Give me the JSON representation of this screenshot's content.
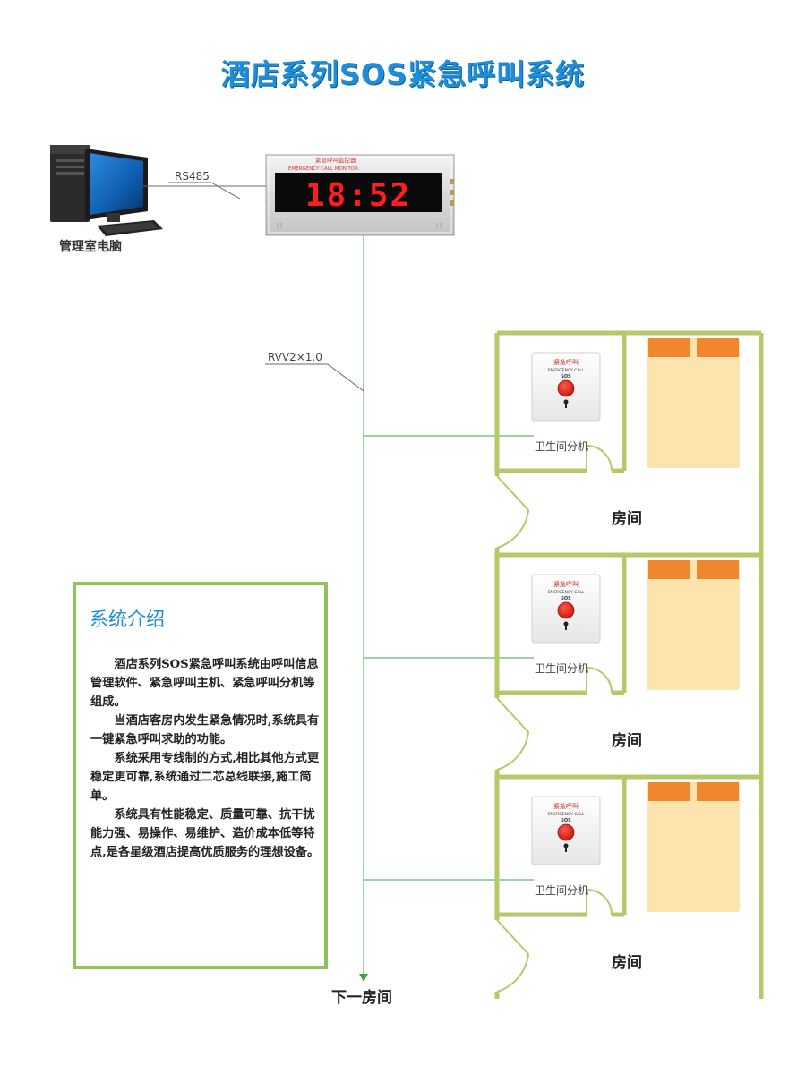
{
  "title": "酒店系列SOS紧急呼叫系统",
  "pc": {
    "label": "管理室电脑"
  },
  "cable_top": "RS485",
  "cable_bus": "RVV2×1.0",
  "monitor": {
    "header_text": "紧急呼叫监控器",
    "sub_text": "EMERGENCY CALL MONITOR",
    "display": "18:52"
  },
  "call_button": {
    "header": "紧急呼叫",
    "sub": "EMERGENCY CALL",
    "sos": "SOS"
  },
  "rooms": [
    {
      "room_label": "房间",
      "bath_label": "卫生间分机"
    },
    {
      "room_label": "房间",
      "bath_label": "卫生间分机"
    },
    {
      "room_label": "房间",
      "bath_label": "卫生间分机"
    }
  ],
  "next_room": "下一房间",
  "intro": {
    "title": "系统介绍",
    "paragraphs": [
      "酒店系列SOS紧急呼叫系统由呼叫信息管理软件、紧急呼叫主机、紧急呼叫分机等组成。",
      "当酒店客房内发生紧急情况时,系统具有一键紧急呼叫求助的功能。",
      "系统采用专线制的方式,相比其他方式更稳定更可靠,系统通过二芯总线联接,施工简单。",
      "系统具有性能稳定、质量可靠、抗干扰能力强、易操作、易维护、造价成本低等特点,是各星级酒店提高优质服务的理想设备。"
    ]
  },
  "colors": {
    "title": "#1e8ed8",
    "wall": "#b5c96a",
    "bus_line": "#3aa64a",
    "bed": "#fde4ae",
    "pillow": "#f0862e",
    "box_border": "#8dc45a",
    "led": "#ff1e1e"
  }
}
